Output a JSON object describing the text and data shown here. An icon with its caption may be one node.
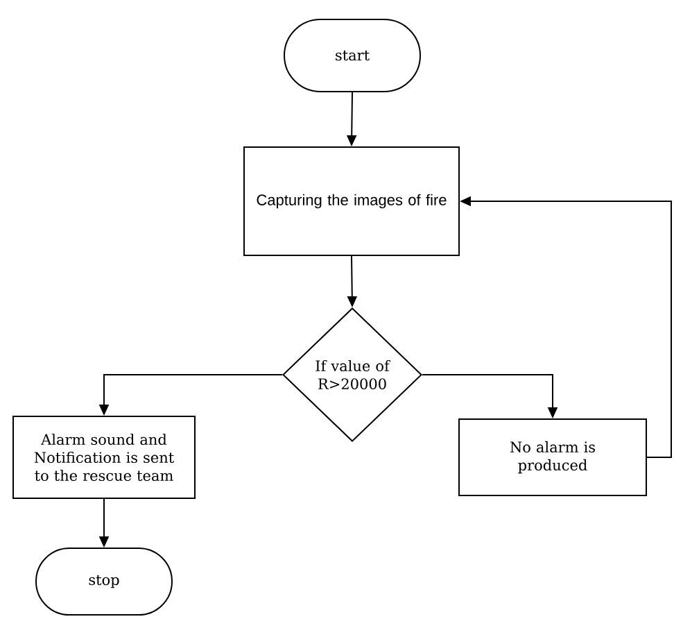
{
  "diagram": {
    "nodes": [
      {
        "text": [
          "start"
        ]
      },
      {
        "text": [
          "Capturing the images of fire"
        ]
      },
      {
        "text": [
          "If value of R>20000"
        ]
      },
      {
        "text": [
          "Alarm sound and Notification is sent to the rescue team"
        ]
      },
      {
        "text": [
          "No alarm is produced"
        ]
      },
      {
        "text": [
          "stop"
        ]
      }
    ],
    "edges": [
      {
        "from": 0,
        "to": 1,
        "arrow": "to"
      },
      {
        "from": 1,
        "to": 2,
        "arrow": "to"
      },
      {
        "from": 2,
        "to": 3,
        "arrow": "to"
      },
      {
        "from": 2,
        "to": 4,
        "arrow": "to"
      },
      {
        "from": 4,
        "to": 1,
        "arrow": "to"
      },
      {
        "from": 3,
        "to": 5,
        "arrow": "to"
      }
    ]
  }
}
